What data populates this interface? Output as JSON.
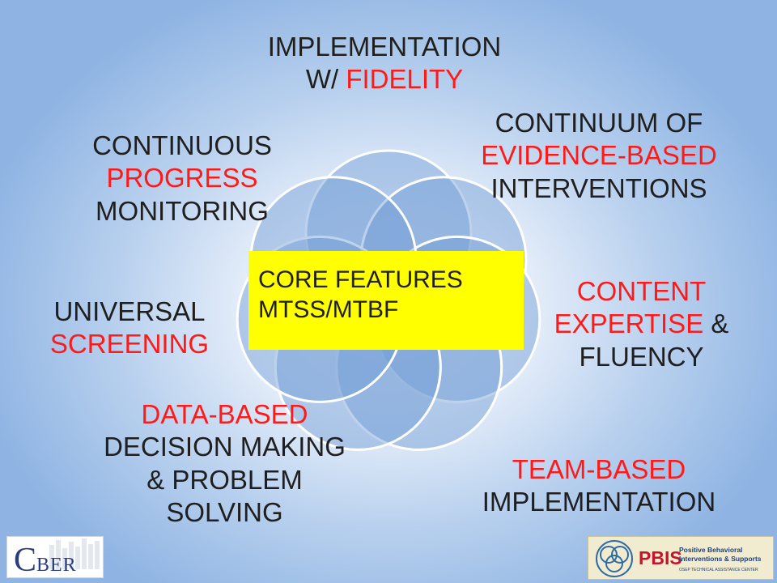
{
  "center": {
    "line1": "CORE FEATURES",
    "line2": "MTSS/MTBF"
  },
  "labels": {
    "implementation": {
      "line1": "IMPLEMENTATION",
      "line2_prefix": "W/ ",
      "line2_highlight": "FIDELITY"
    },
    "continuum": {
      "line1": "CONTINUUM OF",
      "line2_highlight": "EVIDENCE-BASED",
      "line3": "INTERVENTIONS"
    },
    "content": {
      "line1_highlight": "CONTENT",
      "line2_highlight": "EXPERTISE",
      "line2_suffix": " &",
      "line3": "FLUENCY"
    },
    "team": {
      "line1_highlight": "TEAM-BASED",
      "line2": "IMPLEMENTATION"
    },
    "data": {
      "line1_highlight": "DATA-BASED",
      "line2": "DECISION MAKING",
      "line3": "& PROBLEM",
      "line4": "SOLVING"
    },
    "universal": {
      "line1": "UNIVERSAL",
      "line2_highlight": "SCREENING"
    },
    "continuous": {
      "line1": "CONTINUOUS",
      "line2_highlight": "PROGRESS",
      "line3": "MONITORING"
    }
  },
  "logos": {
    "cber": {
      "text_initial": "C",
      "text_rest": "BER"
    },
    "pbis": {
      "title": "PBIS",
      "sub_line1": "Positive Behavioral",
      "sub_line2": "Interventions & Supports",
      "sub_line3": "OSEP TECHNICAL ASSISTANCE CENTER"
    }
  },
  "colors": {
    "highlight": "#ff1a1a",
    "text": "#1f1f1f",
    "center_box": "#ffff00",
    "petal_fill": "#6f9bd4",
    "petal_stroke": "#ffffff",
    "background_edge": "#8fb4e3"
  }
}
